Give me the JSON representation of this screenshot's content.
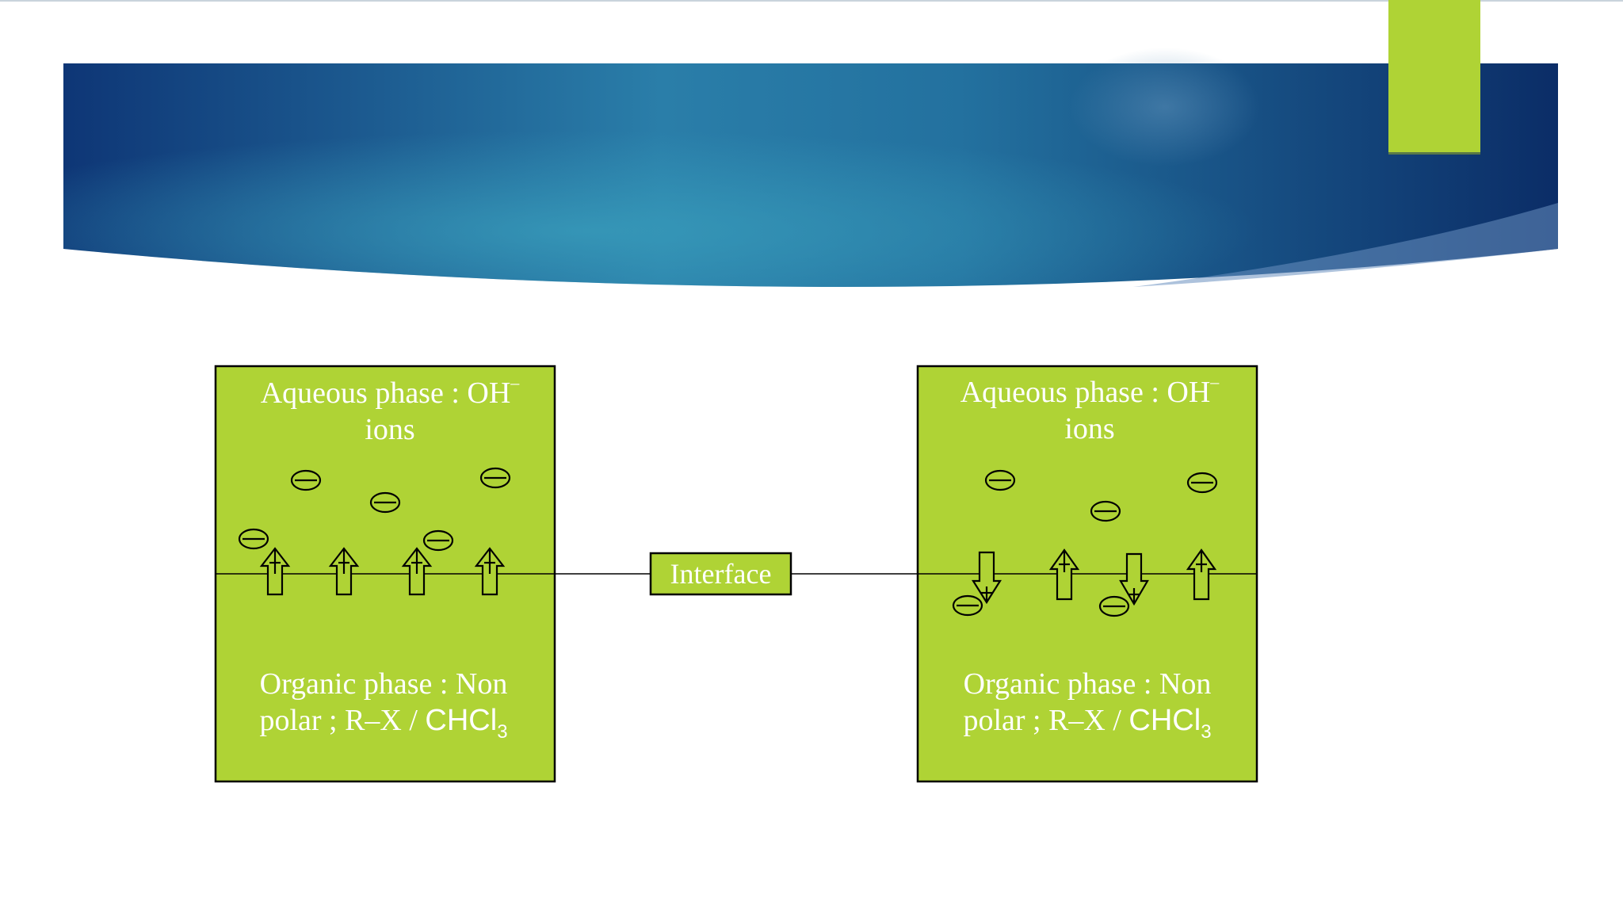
{
  "slide": {
    "colors": {
      "banner_dark": "#0c2f6a",
      "banner_mid": "#1c5f96",
      "banner_light": "#2e8db0",
      "accent_green": "#afd335",
      "outline": "#000000",
      "text_white": "#ffffff"
    }
  },
  "left_panel": {
    "aqueous_label": "Aqueous phase : OH",
    "aqueous_sup": "–",
    "aqueous_line2": "ions",
    "organic_line1": "Organic phase :  Non",
    "organic_line2_a": "polar ; R–X / ",
    "organic_line2_b": "CHCl",
    "organic_line2_sub": "3",
    "ion_symbol": "minus-in-circle"
  },
  "right_panel": {
    "aqueous_label": "Aqueous phase : OH",
    "aqueous_sup": "–",
    "aqueous_line2": "ions",
    "organic_line1": "Organic phase :  Non",
    "organic_line2_a": "polar ; R–X / ",
    "organic_line2_b": "CHCl",
    "organic_line2_sub": "3",
    "ion_symbol": "minus-in-circle"
  },
  "interface_label": "Interface"
}
